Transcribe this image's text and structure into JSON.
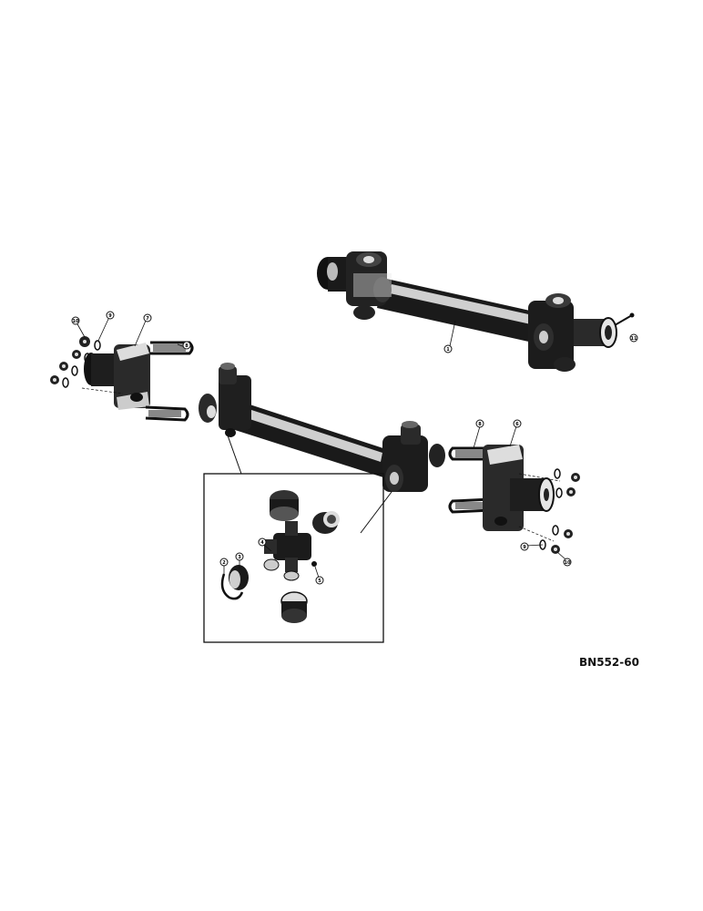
{
  "drawing_id": "BN552-60",
  "callouts": [
    {
      "id": "c1",
      "label": "1"
    },
    {
      "id": "c11",
      "label": "11"
    },
    {
      "id": "c10a",
      "label": "10"
    },
    {
      "id": "c9a",
      "label": "9"
    },
    {
      "id": "c7",
      "label": "7"
    },
    {
      "id": "c8a",
      "label": "8"
    },
    {
      "id": "c8b",
      "label": "8"
    },
    {
      "id": "c6",
      "label": "6"
    },
    {
      "id": "c9b",
      "label": "9"
    },
    {
      "id": "c10b",
      "label": "10"
    },
    {
      "id": "c4",
      "label": "4"
    },
    {
      "id": "c3",
      "label": "3"
    },
    {
      "id": "c2",
      "label": "2"
    },
    {
      "id": "c5",
      "label": "5"
    }
  ]
}
